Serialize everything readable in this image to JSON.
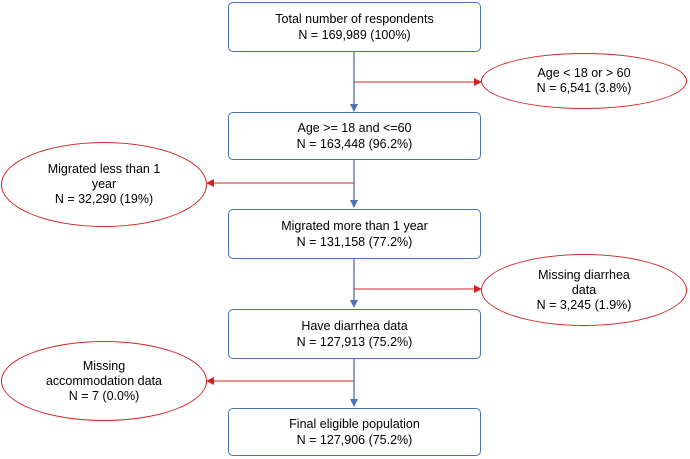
{
  "colors": {
    "box_border": "#4a72b8",
    "main_arrow": "#4a72b8",
    "exclusion_border": "#d02424",
    "exclusion_arrow": "#d02424"
  },
  "boxes": [
    {
      "line1": "Total number of respondents",
      "line2": "N = 169,989 (100%)"
    },
    {
      "line1": "Age >= 18 and <=60",
      "line2": "N = 163,448 (96.2%)"
    },
    {
      "line1": "Migrated more than 1 year",
      "line2": "N = 131,158 (77.2%)"
    },
    {
      "line1": "Have diarrhea data",
      "line2": "N = 127,913 (75.2%)"
    },
    {
      "line1": "Final eligible population",
      "line2": "N = 127,906 (75.2%)"
    }
  ],
  "exclusions": [
    {
      "lines": [
        "Age < 18 or > 60",
        "N = 6,541 (3.8%)"
      ]
    },
    {
      "lines": [
        "Migrated less than 1",
        "year",
        "N = 32,290 (19%)"
      ]
    },
    {
      "lines": [
        "Missing diarrhea",
        "data",
        "N = 3,245 (1.9%)"
      ]
    },
    {
      "lines": [
        "Missing",
        "accommodation data",
        "N = 7 (0.0%)"
      ]
    }
  ]
}
